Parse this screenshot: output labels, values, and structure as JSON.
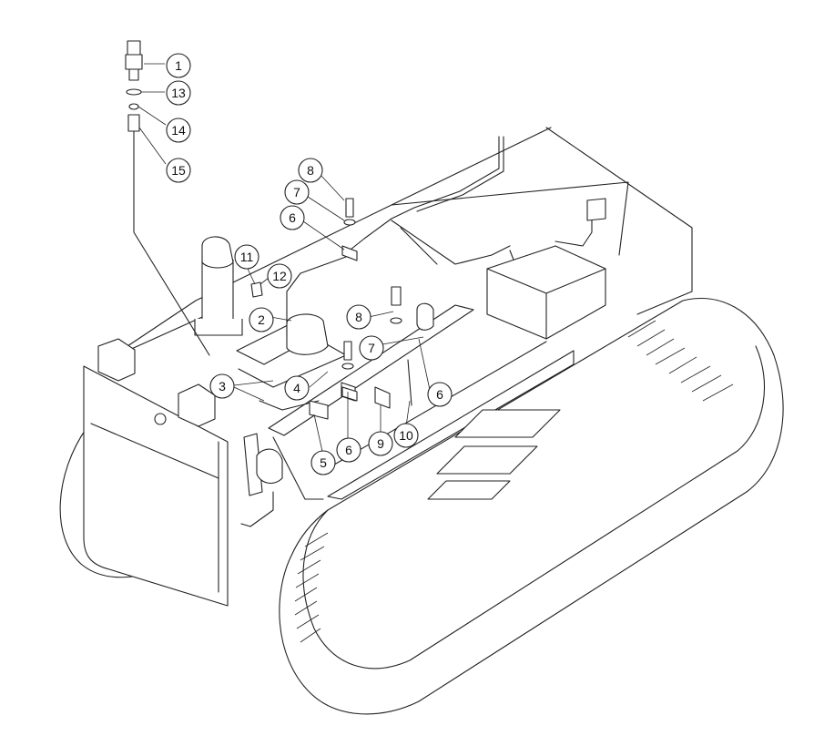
{
  "callouts": [
    {
      "id": "c1",
      "label": "1"
    },
    {
      "id": "c13",
      "label": "13"
    },
    {
      "id": "c14",
      "label": "14"
    },
    {
      "id": "c15",
      "label": "15"
    },
    {
      "id": "c8a",
      "label": "8"
    },
    {
      "id": "c7a",
      "label": "7"
    },
    {
      "id": "c6a",
      "label": "6"
    },
    {
      "id": "c11",
      "label": "11"
    },
    {
      "id": "c12",
      "label": "12"
    },
    {
      "id": "c2",
      "label": "2"
    },
    {
      "id": "c8b",
      "label": "8"
    },
    {
      "id": "c7b",
      "label": "7"
    },
    {
      "id": "c3",
      "label": "3"
    },
    {
      "id": "c4",
      "label": "4"
    },
    {
      "id": "c6b",
      "label": "6"
    },
    {
      "id": "c6c",
      "label": "6"
    },
    {
      "id": "c5",
      "label": "5"
    },
    {
      "id": "c9",
      "label": "9"
    },
    {
      "id": "c10",
      "label": "10"
    }
  ]
}
